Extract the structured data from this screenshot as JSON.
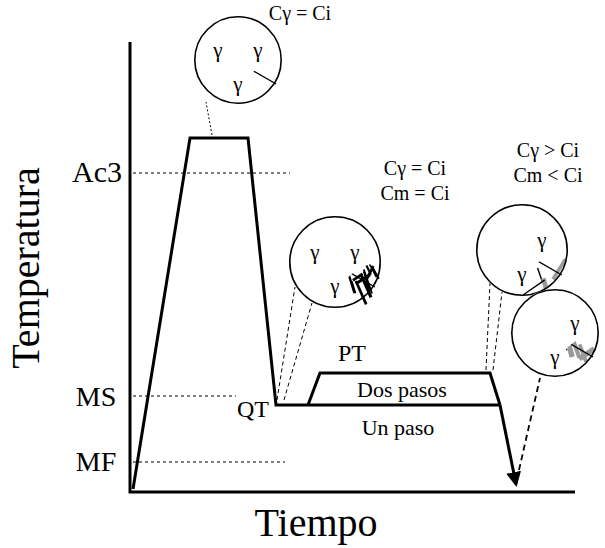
{
  "diagram": {
    "nodes": [
      {
        "text": [
          "Cγ = Ci",
          "γ",
          "γ",
          "γ"
        ]
      },
      {
        "text": [
          "Cγ = Ci",
          "Cm = Ci",
          "γ",
          "γ",
          "γ"
        ]
      },
      {
        "text": [
          "Cγ > Ci",
          "Cm < Ci",
          "γ",
          "γ"
        ]
      },
      {
        "text": [
          "γ",
          "γ"
        ]
      }
    ],
    "labels": [
      "Ac3",
      "MS",
      "MF",
      "Temperatura",
      "QT",
      "PT",
      "Dos pasos",
      "Un paso",
      "Tiempo"
    ]
  }
}
